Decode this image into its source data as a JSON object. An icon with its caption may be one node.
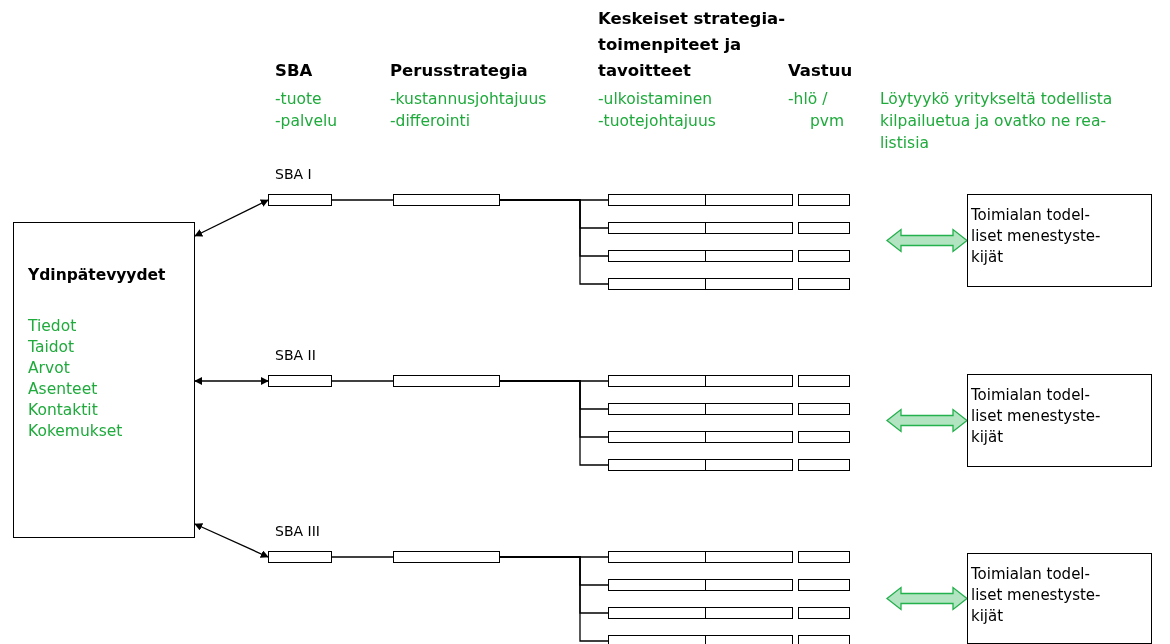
{
  "diagram": {
    "nodes": [
      {
        "text": [
          "Ydinpätevyydet",
          "Tiedot",
          "Taidot",
          "Arvot",
          "Asenteet",
          "Kontaktit",
          "Kokemukset"
        ]
      },
      {
        "text": [],
        "shape": "box",
        "beside": [
          "SBA I"
        ]
      },
      {
        "text": [],
        "shape": "box"
      },
      {
        "text": [],
        "shape": "box"
      },
      {
        "text": [],
        "shape": "box"
      },
      {
        "text": [],
        "shape": "box"
      },
      {
        "text": [],
        "shape": "box"
      },
      {
        "text": [],
        "shape": "box"
      },
      {
        "text": [],
        "shape": "box"
      },
      {
        "text": [],
        "shape": "box"
      },
      {
        "text": [],
        "shape": "box"
      },
      {
        "text": [],
        "shape": "box"
      },
      {
        "text": [],
        "shape": "box"
      },
      {
        "text": [],
        "shape": "box"
      },
      {
        "text": [],
        "shape": "box"
      },
      {
        "text": [
          "Toimialan todel- liset menestyste- kijät"
        ]
      },
      {
        "text": [],
        "shape": "box",
        "beside": [
          "SBA II"
        ]
      },
      {
        "text": [],
        "shape": "box"
      },
      {
        "text": [],
        "shape": "box"
      },
      {
        "text": [],
        "shape": "box"
      },
      {
        "text": [],
        "shape": "box"
      },
      {
        "text": [],
        "shape": "box"
      },
      {
        "text": [],
        "shape": "box"
      },
      {
        "text": [],
        "shape": "box"
      },
      {
        "text": [],
        "shape": "box"
      },
      {
        "text": [],
        "shape": "box"
      },
      {
        "text": [],
        "shape": "box"
      },
      {
        "text": [],
        "shape": "box"
      },
      {
        "text": [],
        "shape": "box"
      },
      {
        "text": [],
        "shape": "box"
      },
      {
        "text": [
          "Toimialan todel- liset menestyste- kijät"
        ]
      },
      {
        "text": [],
        "shape": "box",
        "beside": [
          "SBA III"
        ]
      },
      {
        "text": [],
        "shape": "box"
      },
      {
        "text": [],
        "shape": "box"
      },
      {
        "text": [],
        "shape": "box"
      },
      {
        "text": [],
        "shape": "box"
      },
      {
        "text": [],
        "shape": "box"
      },
      {
        "text": [],
        "shape": "box"
      },
      {
        "text": [],
        "shape": "box"
      },
      {
        "text": [],
        "shape": "box"
      },
      {
        "text": [],
        "shape": "box"
      },
      {
        "text": [],
        "shape": "box"
      },
      {
        "text": [],
        "shape": "box"
      },
      {
        "text": [],
        "shape": "box"
      },
      {
        "text": [],
        "shape": "box"
      },
      {
        "text": [
          "Toimialan todel- liset menestyste- kijät"
        ]
      }
    ],
    "edges": [
      {
        "from": 0,
        "to": 1,
        "arrow": "both"
      },
      {
        "from": 1,
        "to": 2,
        "arrow": "none"
      },
      {
        "from": 2,
        "to": 3,
        "arrow": "none"
      },
      {
        "from": 2,
        "to": 6,
        "arrow": "none"
      },
      {
        "from": 2,
        "to": 9,
        "arrow": "none"
      },
      {
        "from": 2,
        "to": 12,
        "arrow": "none"
      },
      {
        "from": null,
        "to": 15,
        "arrow": "both",
        "style": "thick",
        "color": "#22b14c"
      },
      {
        "from": 0,
        "to": 16,
        "arrow": "both"
      },
      {
        "from": 16,
        "to": 17,
        "arrow": "none"
      },
      {
        "from": 17,
        "to": 18,
        "arrow": "none"
      },
      {
        "from": 17,
        "to": 21,
        "arrow": "none"
      },
      {
        "from": 17,
        "to": 24,
        "arrow": "none"
      },
      {
        "from": 17,
        "to": 27,
        "arrow": "none"
      },
      {
        "from": null,
        "to": 30,
        "arrow": "both",
        "style": "thick",
        "color": "#22b14c"
      },
      {
        "from": 0,
        "to": 31,
        "arrow": "both"
      },
      {
        "from": 31,
        "to": 32,
        "arrow": "none"
      },
      {
        "from": 32,
        "to": 33,
        "arrow": "none"
      },
      {
        "from": 32,
        "to": 36,
        "arrow": "none"
      },
      {
        "from": 32,
        "to": 39,
        "arrow": "none"
      },
      {
        "from": 32,
        "to": 42,
        "arrow": "none"
      },
      {
        "from": null,
        "to": 45,
        "arrow": "both",
        "style": "thick",
        "color": "#22b14c"
      }
    ],
    "labels": [
      "SBA",
      "-tuote",
      "-palvelu",
      "Perusstrategia",
      "-kustannusjohtajuus",
      "-differointi",
      "Keskeiset strategia- toimenpiteet ja tavoitteet",
      "-ulkoistaminen",
      "-tuotejohtajuus",
      "Vastuu",
      "-hlö /",
      "pvm",
      "Löytyykö yritykseltä todellista kilpailuetua ja ovatko ne rea- listisia"
    ]
  }
}
